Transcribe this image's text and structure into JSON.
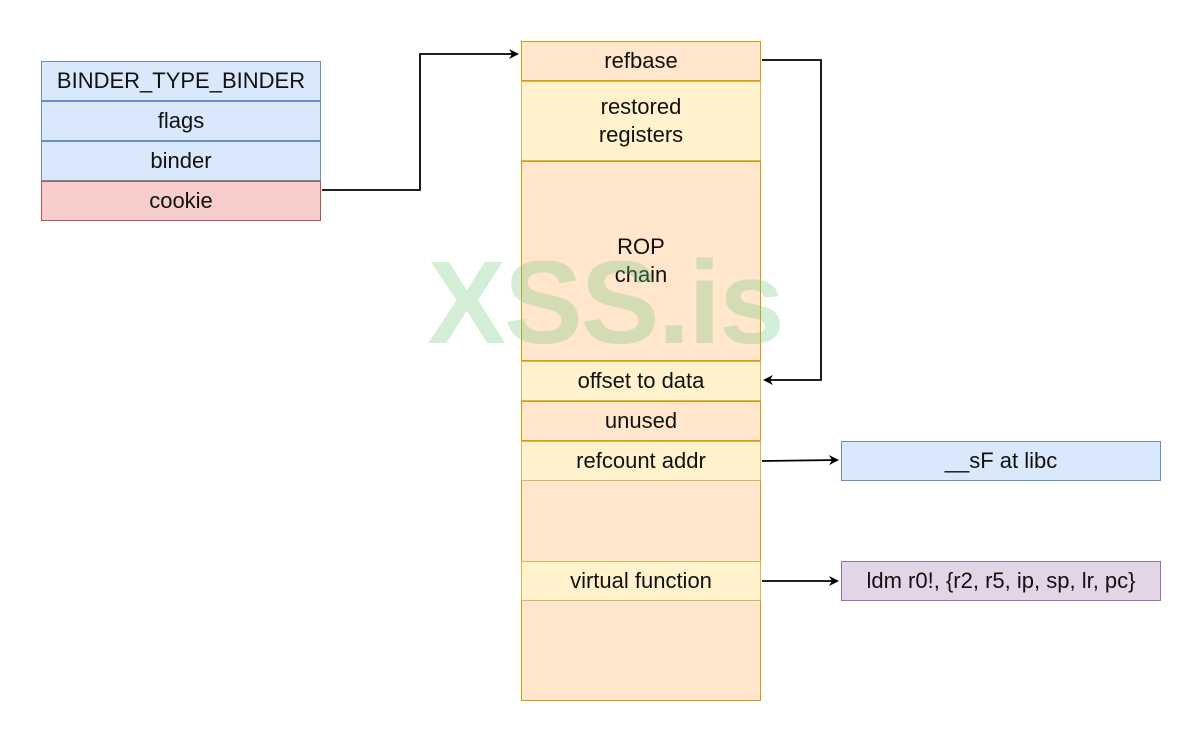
{
  "binder_struct": {
    "type_label": "BINDER_TYPE_BINDER",
    "flags_label": "flags",
    "binder_label": "binder",
    "cookie_label": "cookie"
  },
  "memory_layout": {
    "refbase_label": "refbase",
    "restored_registers_label": "restored\nregisters",
    "rop_chain_label": "ROP\nchain",
    "offset_to_data_label": "offset to data",
    "unused_label": "unused",
    "refcount_addr_label": "refcount addr",
    "virtual_function_label": "virtual function"
  },
  "targets": {
    "sf_libc_label": "__sF at libc",
    "ldm_gadget_label": "ldm r0!, {r2, r5, ip, sp, lr, pc}"
  },
  "watermark": {
    "text": "XSS.is"
  },
  "colors": {
    "blue_fill": "#dae8fc",
    "blue_stroke": "#6c8ebf",
    "red_fill": "#f8cecc",
    "red_stroke": "#b85450",
    "peach_fill": "#ffe6cc",
    "peach_stroke": "#d79b00",
    "yellow_fill": "#fff2cc",
    "yellow_stroke": "#d6b656",
    "purple_fill": "#e1d5e7",
    "purple_stroke": "#9673a6"
  }
}
